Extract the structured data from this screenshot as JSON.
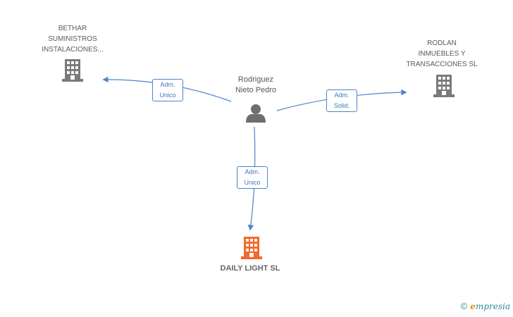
{
  "nodes": {
    "person": {
      "lines": [
        "Rodriguez",
        "Nieto Pedro"
      ]
    },
    "bethar": {
      "lines": [
        "BETHAR",
        "SUMINISTROS",
        "INSTALACIONES..."
      ]
    },
    "rodlan": {
      "lines": [
        "RODLAN",
        "INMUEBLES Y",
        "TRANSACCIONES SL"
      ]
    },
    "daily": {
      "lines": [
        "DAILY LIGHT SL"
      ]
    }
  },
  "edges": {
    "to_bethar": {
      "lines": [
        "Adm.",
        "Unico"
      ]
    },
    "to_rodlan": {
      "lines": [
        "Adm.",
        "Solid."
      ]
    },
    "to_daily": {
      "lines": [
        "Adm.",
        "Unico"
      ]
    }
  },
  "colors": {
    "edge": "#4a86c8",
    "company_icon": "#7a7a7a",
    "focus_icon": "#f26a2d",
    "person_icon": "#6e6e6e"
  },
  "icons": {
    "person": "person-icon",
    "company": "building-icon"
  },
  "brand": {
    "copyright": "©",
    "initial": "e",
    "rest": "mpresia"
  }
}
